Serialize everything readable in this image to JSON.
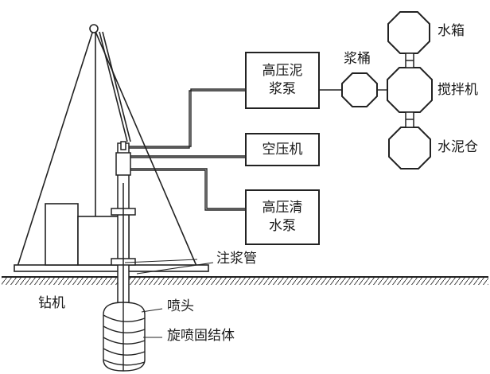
{
  "labels": {
    "pump_slurry": "高压泥\n浆泵",
    "air_compressor": "空压机",
    "pump_water": "高压清\n水泵",
    "slurry_bucket": "浆桶",
    "water_tank": "水箱",
    "mixer": "搅拌机",
    "cement_silo": "水泥仓",
    "grout_pipe": "注浆管",
    "drill_rig": "钻机",
    "nozzle": "喷头",
    "jet_grout_body": "旋喷固结体"
  },
  "colors": {
    "line": "#222222",
    "ground_fill": "#ffffff"
  }
}
